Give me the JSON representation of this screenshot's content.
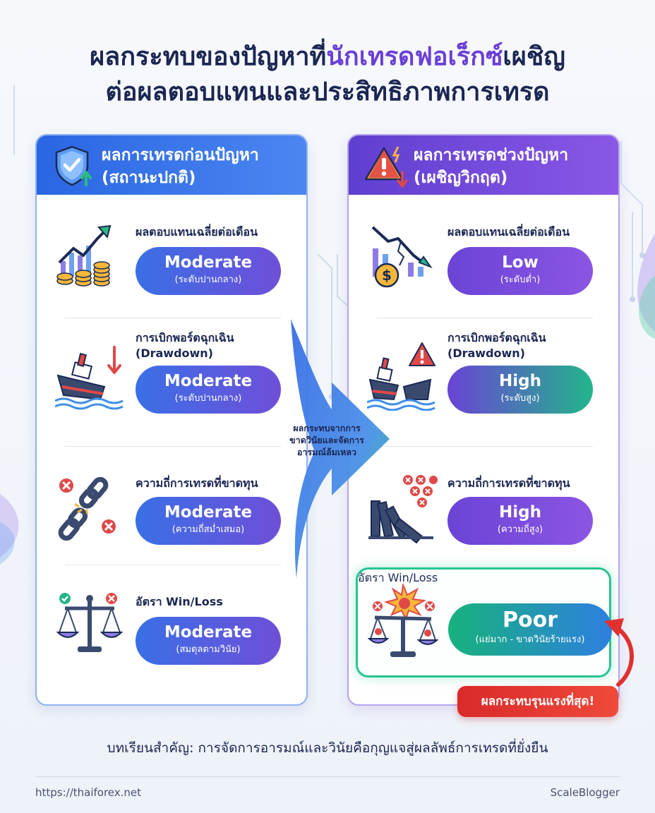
{
  "title": {
    "line1_a": "ผลกระทบของปัญหาที่",
    "line1_b": "นักเทรดฟอเร็กซ์",
    "line1_c": "เผชิญ",
    "line2": "ต่อผลตอบแทนและประสิทธิภาพการเทรด"
  },
  "left_card": {
    "heading_line1": "ผลการเทรดก่อนปัญหา",
    "heading_line2": "(สถานะปกติ)",
    "icon": "shield-check-icon",
    "metrics": [
      {
        "label": "ผลตอบแทนเฉลี่ยต่อเดือน",
        "value": "Moderate",
        "detail": "(ระดับปานกลาง)",
        "icon": "growth-coins-icon"
      },
      {
        "label_line1": "การเบิกพอร์ตฉุกเฉิน",
        "label_line2": "(Drawdown)",
        "value": "Moderate",
        "detail": "(ระดับปานกลาง)",
        "icon": "sinking-ship-icon"
      },
      {
        "label": "ความถี่การเทรดที่ขาดทุน",
        "value": "Moderate",
        "detail": "(ความถี่สม่ำเสมอ)",
        "icon": "broken-chain-icon"
      },
      {
        "label": "อัตรา Win/Loss",
        "value": "Moderate",
        "detail": "(สมดุลตามวินัย)",
        "icon": "balance-scale-icon"
      }
    ]
  },
  "right_card": {
    "heading_line1": "ผลการเทรดช่วงปัญหา",
    "heading_line2": "(เผชิญวิกฤต)",
    "icon": "warning-icon",
    "metrics": [
      {
        "label": "ผลตอบแทนเฉลี่ยต่อเดือน",
        "value": "Low",
        "detail": "(ระดับต่ำ)",
        "icon": "falling-chart-icon"
      },
      {
        "label_line1": "การเบิกพอร์ตฉุกเฉิน",
        "label_line2": "(Drawdown)",
        "value": "High",
        "detail": "(ระดับสูง)",
        "icon": "wrecked-ship-icon"
      },
      {
        "label": "ความถี่การเทรดที่ขาดทุน",
        "value": "High",
        "detail": "(ความถี่สูง)",
        "icon": "dominoes-icon"
      },
      {
        "label": "อัตรา Win/Loss",
        "value": "Poor",
        "detail": "(แย่มาก - ขาดวินัยร้ายแรง)",
        "icon": "exploding-scale-icon"
      }
    ]
  },
  "arrow_label": {
    "line1": "ผลกระทบจากการ",
    "line2": "ขาดวินัยและจัดการ",
    "line3": "อารมณ์ล้มเหลว"
  },
  "callout": "ผลกระทบรุนแรงที่สุด!",
  "lesson": "บทเรียนสำคัญ: การจัดการอารมณ์และวินัยคือกุญแจสู่ผลลัพธ์การเทรดที่ยั่งยืน",
  "footer": {
    "source": "https://thaiforex.net",
    "brand": "ScaleBlogger"
  },
  "colors": {
    "title": "#1b2653",
    "title_accent": "#6a3fd6",
    "left_header": "#2a66e3",
    "right_header": "#7a4fe0",
    "highlight": "#27c58f",
    "callout": "#e03030"
  }
}
